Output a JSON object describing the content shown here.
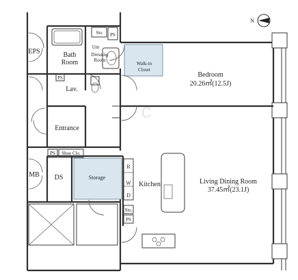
{
  "rooms": {
    "eps": "EPS",
    "bath_room_line1": "Bath",
    "bath_room_line2": "Room",
    "sto_top": "Sto",
    "ps_top": "PS",
    "um": "Um",
    "dressing_line1": "Dressing",
    "dressing_line2": "Room",
    "walkin_line1": "Walk-in",
    "walkin_line2": "Closet",
    "bedroom": "Bedroom",
    "bedroom_area": "20.26㎡(12.5J)",
    "ps_lav": "PS",
    "lav": "Lav.",
    "entrance": "Entrance",
    "ps_shoe": "PS",
    "shoe_clo": "Shoe Clo.",
    "mb": "MB",
    "ds": "DS",
    "storage": "Storage",
    "r": "R",
    "w": "W",
    "d": "D",
    "kitchen": "Kitchen",
    "sto_kitchen": "Sto.",
    "ps_kitchen": "PS",
    "living": "Living Dining Room",
    "living_area": "37.45㎡(23.1J)",
    "compass": "N",
    "watermark": "c"
  },
  "colors": {
    "closet_fill": "#d9e6ef",
    "wall": "#2f2f2f"
  }
}
